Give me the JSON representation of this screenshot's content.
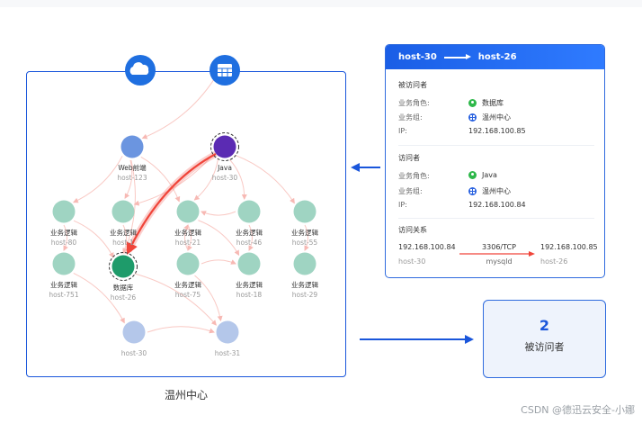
{
  "diagram": {
    "region_label": "温州中心",
    "top_icons": [
      {
        "name": "cloud-icon",
        "color": "#1f6fe0"
      },
      {
        "name": "table-icon",
        "color": "#1f6fe0"
      }
    ],
    "nodes": [
      {
        "id": "web",
        "label": "Web前端",
        "host": "host-123",
        "color": "#6b95e0",
        "ring": false
      },
      {
        "id": "java",
        "label": "Java",
        "host": "host-30",
        "color": "#5b2bb3",
        "ring": true
      },
      {
        "id": "b80",
        "label": "业务逻辑",
        "host": "host-80",
        "color": "#9fd4c2",
        "ring": false
      },
      {
        "id": "b1",
        "label": "业务逻辑",
        "host": "host-1",
        "color": "#9fd4c2",
        "ring": false
      },
      {
        "id": "b21",
        "label": "业务逻辑",
        "host": "host-21",
        "color": "#9fd4c2",
        "ring": false
      },
      {
        "id": "b46",
        "label": "业务逻辑",
        "host": "host-46",
        "color": "#9fd4c2",
        "ring": false
      },
      {
        "id": "b55",
        "label": "业务逻辑",
        "host": "host-55",
        "color": "#9fd4c2",
        "ring": false
      },
      {
        "id": "b751",
        "label": "业务逻辑",
        "host": "host-751",
        "color": "#9fd4c2",
        "ring": false
      },
      {
        "id": "db",
        "label": "数据库",
        "host": "host-26",
        "color": "#1e9b6a",
        "ring": true
      },
      {
        "id": "b75",
        "label": "业务逻辑",
        "host": "host-75",
        "color": "#9fd4c2",
        "ring": false
      },
      {
        "id": "b18",
        "label": "业务逻辑",
        "host": "host-18",
        "color": "#9fd4c2",
        "ring": false
      },
      {
        "id": "b29",
        "label": "业务逻辑",
        "host": "host-29",
        "color": "#9fd4c2",
        "ring": false
      },
      {
        "id": "h30",
        "label": "",
        "host": "host-30",
        "color": "#b4c7ea",
        "ring": false
      },
      {
        "id": "h31",
        "label": "",
        "host": "host-31",
        "color": "#b4c7ea",
        "ring": false
      }
    ],
    "edges": [
      [
        "table",
        "web"
      ],
      [
        "web",
        "b80"
      ],
      [
        "web",
        "b1"
      ],
      [
        "web",
        "b21"
      ],
      [
        "web",
        "db"
      ],
      [
        "java",
        "b21"
      ],
      [
        "java",
        "b46"
      ],
      [
        "java",
        "b55"
      ],
      [
        "java",
        "b1"
      ],
      [
        "b80",
        "b751"
      ],
      [
        "b80",
        "db"
      ],
      [
        "b1",
        "db"
      ],
      [
        "b21",
        "b75"
      ],
      [
        "b21",
        "b18"
      ],
      [
        "b46",
        "b18"
      ],
      [
        "b46",
        "b21"
      ],
      [
        "b55",
        "b29"
      ],
      [
        "b75",
        "b21"
      ],
      [
        "b75",
        "b18"
      ],
      [
        "b751",
        "h30"
      ],
      [
        "db",
        "h31"
      ],
      [
        "b75",
        "h31"
      ],
      [
        "h30",
        "h31"
      ]
    ],
    "highlight_edge": [
      "java",
      "db"
    ],
    "highlight_color": "#f0453a"
  },
  "detail": {
    "header_from": "host-30",
    "header_to": "host-26",
    "visited": {
      "title": "被访问者",
      "role_key": "业务角色:",
      "role_val": "数据库",
      "group_key": "业务组:",
      "group_val": "温州中心",
      "ip_key": "IP:",
      "ip_val": "192.168.100.85"
    },
    "visitor": {
      "title": "访问者",
      "role_key": "业务角色:",
      "role_val": "Java",
      "group_key": "业务组:",
      "group_val": "温州中心",
      "ip_key": "IP:",
      "ip_val": "192.168.100.84"
    },
    "relation": {
      "title": "访问关系",
      "src_ip": "192.168.100.84",
      "src_host": "host-30",
      "proto": "3306/TCP",
      "service": "mysqld",
      "dst_ip": "192.168.100.85",
      "dst_host": "host-26"
    }
  },
  "summary": {
    "count": "2",
    "label": "被访问者"
  },
  "watermark": "CSDN @德迅云安全-小娜",
  "colors": {
    "accent": "#1a56db",
    "arrow": "#1a56db"
  }
}
